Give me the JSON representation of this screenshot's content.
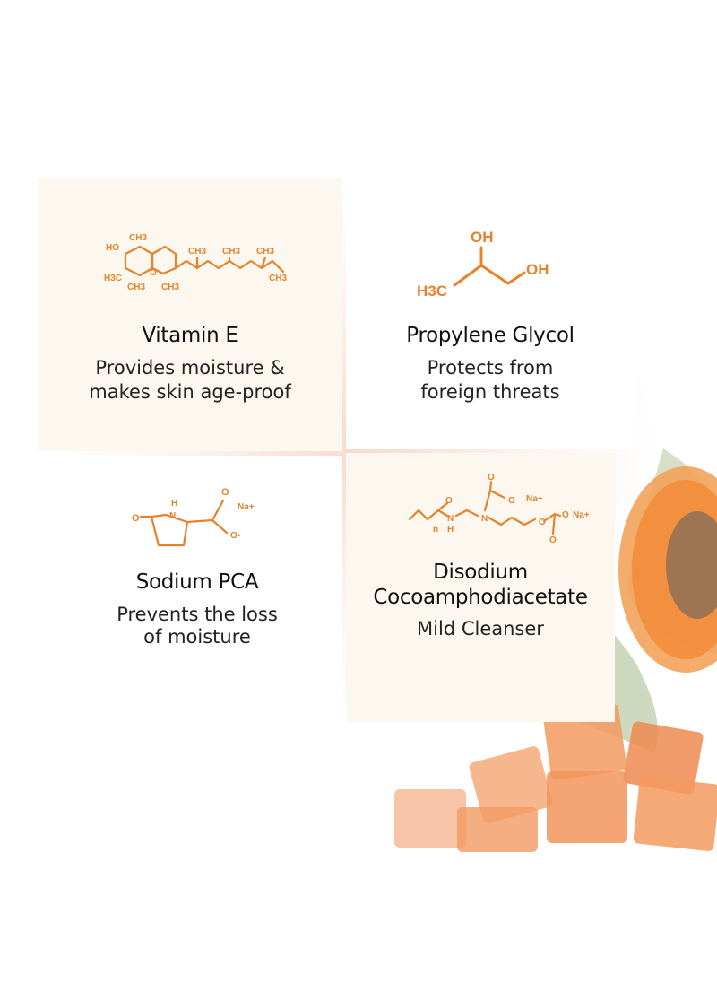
{
  "colors": {
    "accent": "#e8822a",
    "card_cream": "#fdf8ef",
    "text": "#111111"
  },
  "ingredients": [
    {
      "name": "Vitamin E",
      "benefit_line1": "Provides moisture &",
      "benefit_line2": "makes skin age-proof"
    },
    {
      "name": "Propylene Glycol",
      "benefit_line1": "Protects from",
      "benefit_line2": "foreign threats"
    },
    {
      "name": "Sodium PCA",
      "benefit_line1": "Prevents the loss",
      "benefit_line2": "of moisture"
    },
    {
      "name_line1": "Disodium",
      "name_line2": "Cocoamphodiacetate",
      "benefit_line1": "Mild Cleanser"
    }
  ],
  "molecules": {
    "vitamin_e": {
      "ho": "HO",
      "ch3": "CH3",
      "h3c": "H3C",
      "o": "O"
    },
    "glycol": {
      "oh": "OH",
      "h3c": "H3C"
    },
    "pca": {
      "h": "H",
      "n": "N",
      "o": "O",
      "na": "Na+",
      "o_minus": "O-"
    },
    "diso": {
      "n": "N",
      "h": "H",
      "o": "O",
      "na": "Na+",
      "n_sub": "n"
    }
  }
}
